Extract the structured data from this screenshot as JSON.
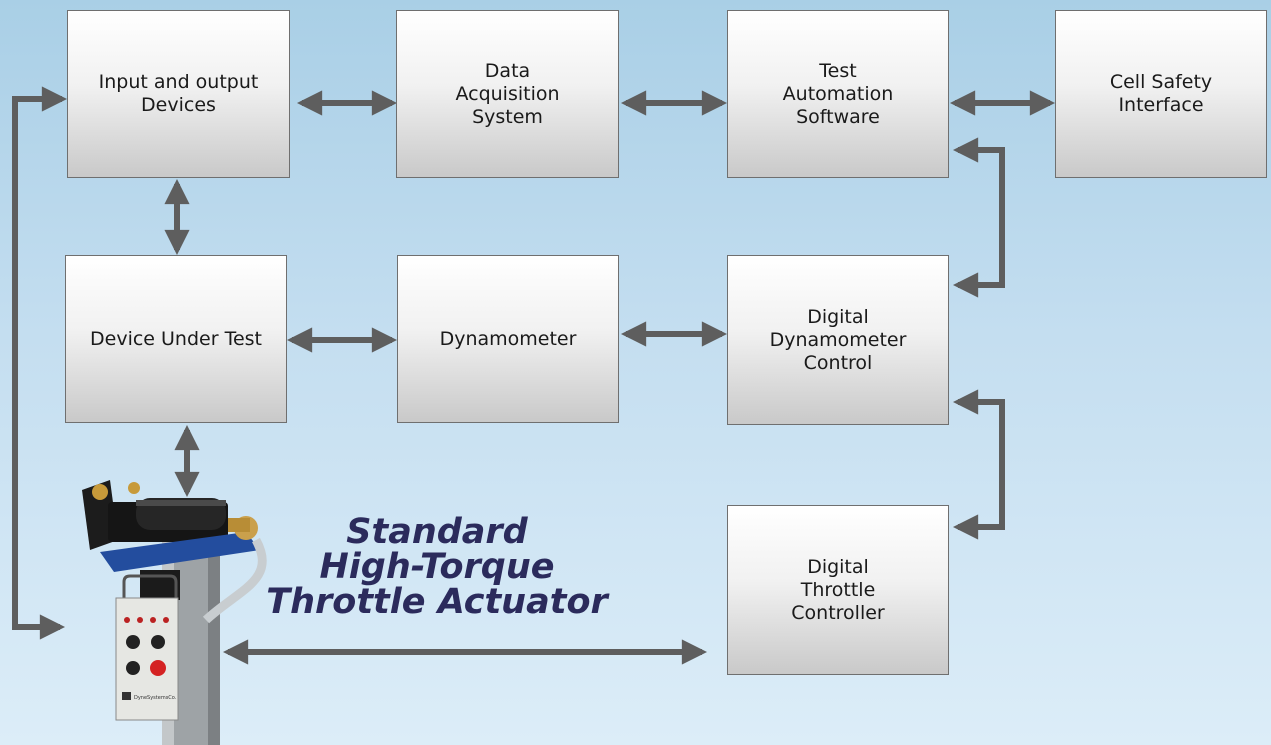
{
  "boxes": {
    "io_devices": "Input and output\nDevices",
    "daq": "Data\nAcquisition\nSystem",
    "test_automation": "Test\nAutomation\nSoftware",
    "cell_safety": "Cell Safety\nInterface",
    "device_under_test": "Device Under Test",
    "dynamometer": "Dynamometer",
    "digital_dyno_control": "Digital\nDynamometer\nControl",
    "digital_throttle_controller": "Digital\nThrottle\nController"
  },
  "caption": {
    "line1": "Standard",
    "line2": "High-Torque",
    "line3": "Throttle Actuator"
  },
  "colors": {
    "arrow": "#5e5e5e",
    "caption": "#2b2b5c",
    "background_top": "#a9cfe6",
    "background_bottom": "#dcedf8"
  },
  "device_label": "DyneSystemsCo."
}
